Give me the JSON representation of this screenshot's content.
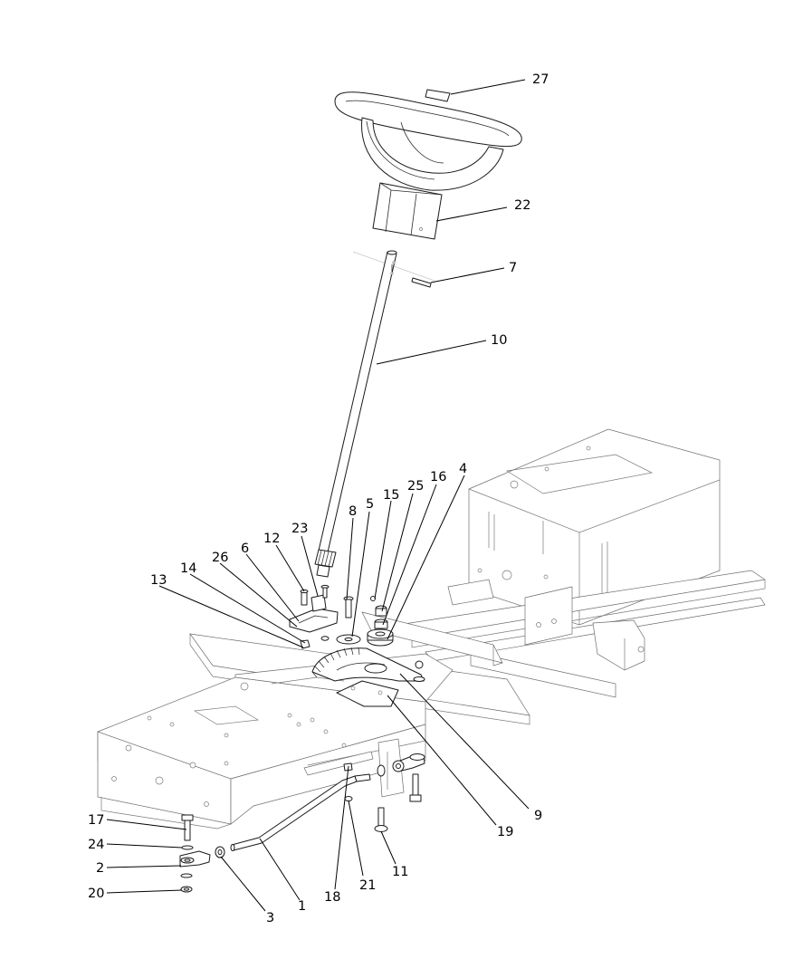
{
  "callouts": {
    "c1": "1",
    "c2": "2",
    "c3": "3",
    "c4": "4",
    "c5": "5",
    "c6": "6",
    "c7": "7",
    "c8": "8",
    "c9": "9",
    "c10": "10",
    "c11": "11",
    "c12": "12",
    "c13": "13",
    "c14": "14",
    "c15": "15",
    "c16": "16",
    "c17": "17",
    "c18": "18",
    "c19": "19",
    "c20": "20",
    "c21": "21",
    "c22": "22",
    "c23": "23",
    "c24": "24",
    "c25": "25",
    "c26": "26",
    "c27": "27"
  },
  "colors": {
    "line": "#1a1a1a",
    "frame": "#6d6d6d",
    "background": "#ffffff"
  }
}
